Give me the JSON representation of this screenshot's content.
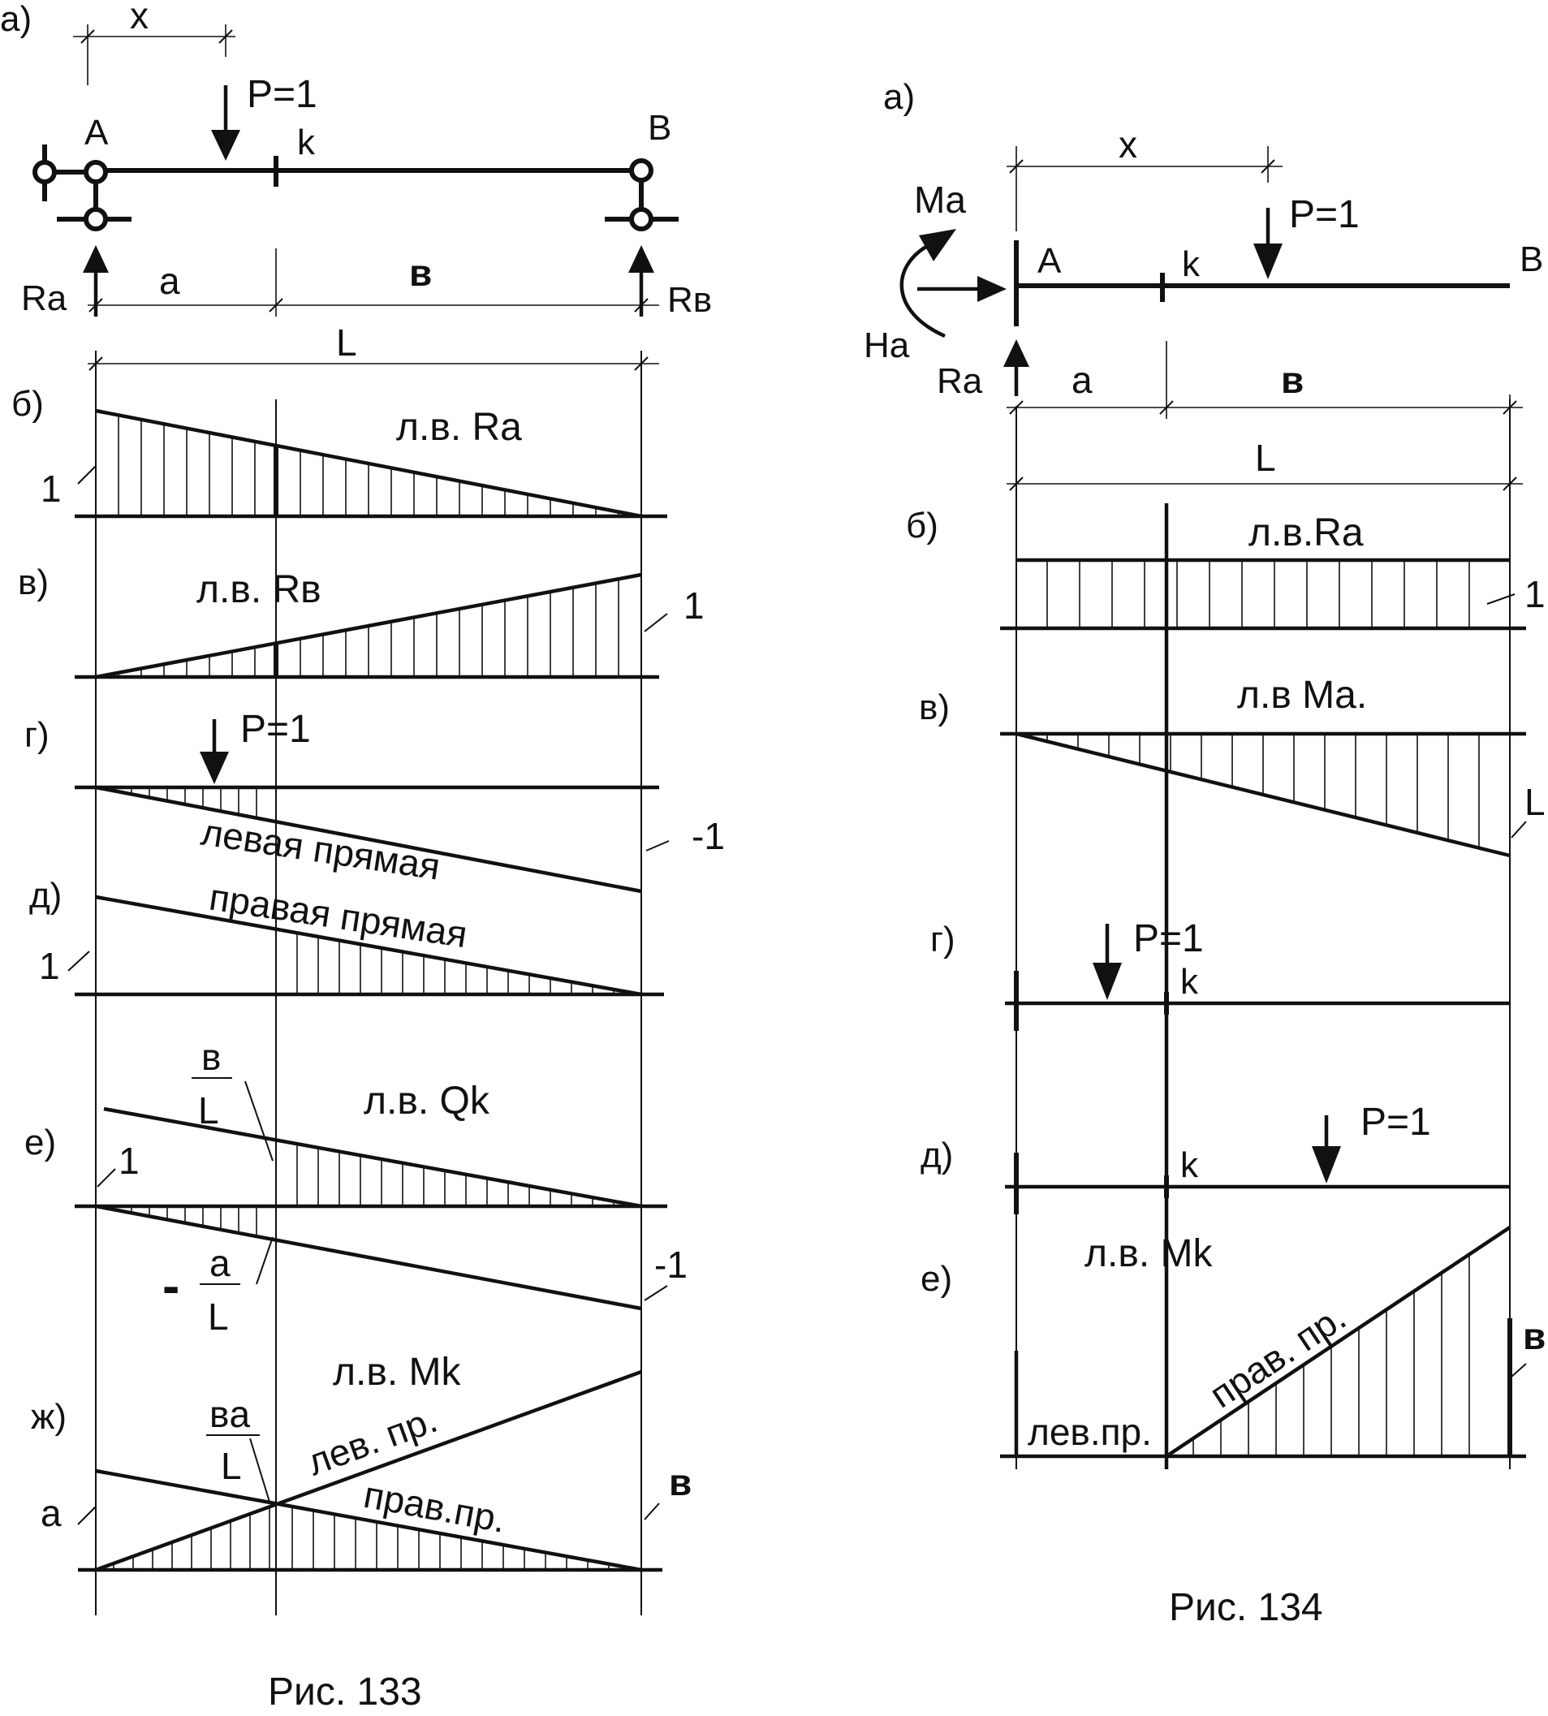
{
  "colors": {
    "ink": "#111111",
    "paper": "#ffffff"
  },
  "fig133": {
    "caption": "Рис. 133",
    "a": {
      "tag": "а)",
      "x": "x",
      "load": "P=1",
      "node_a": "A",
      "node_b": "B",
      "section": "k",
      "reaction_a": "Ra",
      "reaction_b": "Rв",
      "dim_a": "a",
      "dim_b": "в",
      "dim_L": "L"
    },
    "b": {
      "tag": "б)",
      "title": "л.в. Ra",
      "ordinate": "1"
    },
    "v": {
      "tag": "в)",
      "title": "л.в. Rв",
      "ordinate": "1"
    },
    "g": {
      "tag": "г)",
      "load": "P=1",
      "line_label": "левая прямая",
      "ordinate": "-1"
    },
    "d": {
      "tag": "д)",
      "line_label": "правая прямая",
      "ordinate": "1"
    },
    "e": {
      "tag": "е)",
      "title": "л.в. Qk",
      "top_num": "в",
      "top_den": "L",
      "ordinate_pos": "1",
      "minus": "-",
      "bottom_num": "a",
      "bottom_den": "L",
      "ordinate_neg": "-1"
    },
    "zh": {
      "tag": "ж)",
      "title": "л.в. Mk",
      "frac_num": "вa",
      "frac_den": "L",
      "left_line": "лев. пр.",
      "right_line": "прав.пр.",
      "ordinate_left": "a",
      "ordinate_right": "в"
    }
  },
  "fig134": {
    "caption": "Рис. 134",
    "a": {
      "tag": "а)",
      "x": "x",
      "moment": "Ma",
      "load": "P=1",
      "node_a": "A",
      "node_b": "B",
      "section": "k",
      "horizontal": "Ha",
      "reaction_a": "Ra",
      "dim_a": "a",
      "dim_b": "в",
      "dim_L": "L"
    },
    "b": {
      "tag": "б)",
      "title": "л.в.Ra",
      "ordinate": "1"
    },
    "v": {
      "tag": "в)",
      "title": "л.в Ma.",
      "ordinate": "L"
    },
    "g": {
      "tag": "г)",
      "load": "P=1",
      "section": "k"
    },
    "d": {
      "tag": "д)",
      "load": "P=1",
      "section": "k"
    },
    "e": {
      "tag": "е)",
      "title": "л.в. Mk",
      "right_line": "прав. пр.",
      "left_line": "лев.пр.",
      "ordinate": "в"
    }
  }
}
